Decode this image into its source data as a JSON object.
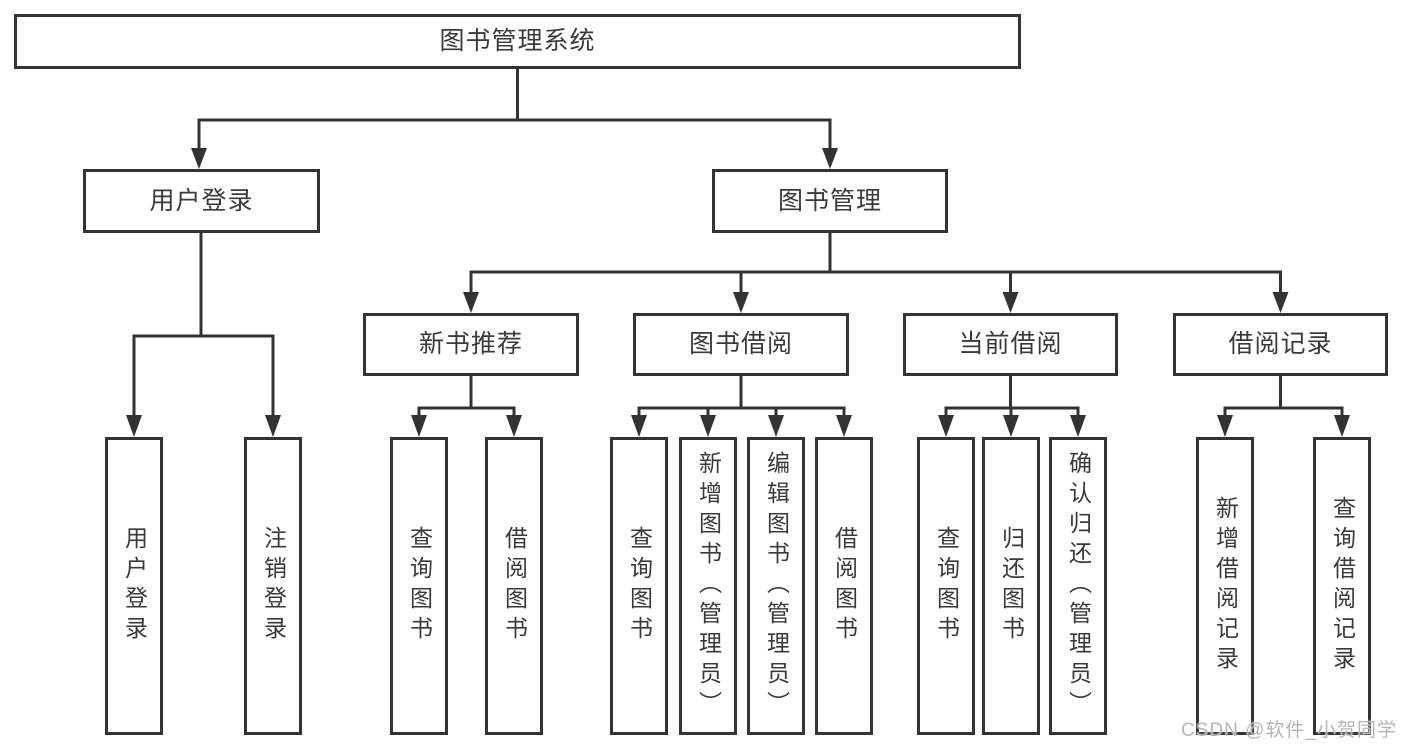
{
  "tree": {
    "root": {
      "label": "图书管理系统"
    },
    "branches": [
      {
        "label": "用户登录",
        "children": [
          {
            "label": "用户登录"
          },
          {
            "label": "注销登录"
          }
        ]
      },
      {
        "label": "图书管理",
        "children": [
          {
            "label": "新书推荐",
            "children": [
              {
                "label": "查询图书"
              },
              {
                "label": "借阅图书"
              }
            ]
          },
          {
            "label": "图书借阅",
            "children": [
              {
                "label": "查询图书"
              },
              {
                "label": "新增图书（管理员）"
              },
              {
                "label": "编辑图书（管理员）"
              },
              {
                "label": "借阅图书"
              }
            ]
          },
          {
            "label": "当前借阅",
            "children": [
              {
                "label": "查询图书"
              },
              {
                "label": "归还图书"
              },
              {
                "label": "确认归还（管理员）"
              }
            ]
          },
          {
            "label": "借阅记录",
            "children": [
              {
                "label": "新增借阅记录"
              },
              {
                "label": "查询借阅记录"
              }
            ]
          }
        ]
      }
    ],
    "watermark": "CSDN @软件_小贺同学"
  },
  "colors": {
    "line": "#333333",
    "text": "#3a3a3a",
    "watermark": "#b5b5b5",
    "background": "#ffffff"
  }
}
